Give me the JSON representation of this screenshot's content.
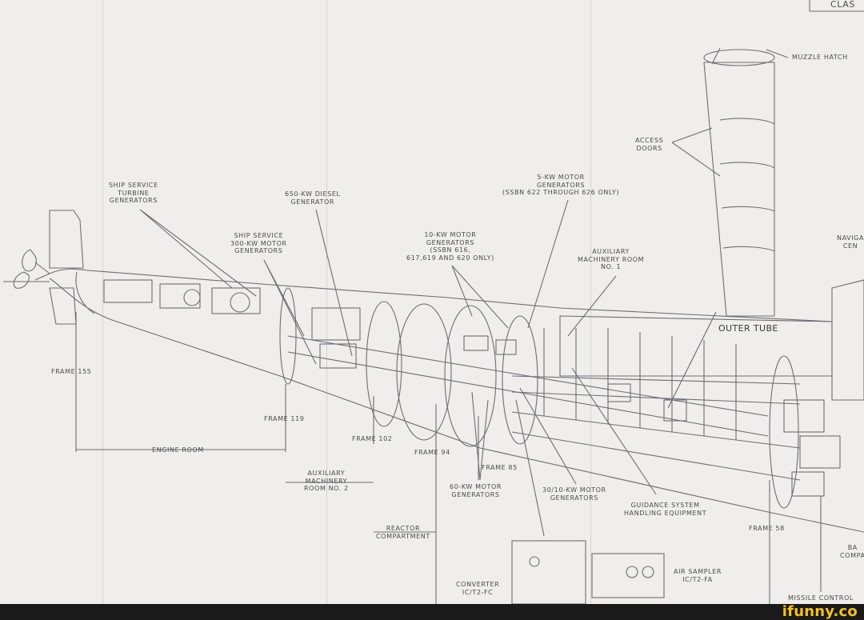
{
  "labels": {
    "ship_service_turbine": "SHIP SERVICE\nTURBINE\nGENERATORS",
    "diesel_generator": "650-KW DIESEL\nGENERATOR",
    "ship_service_motor": "SHIP SERVICE\n300-KW MOTOR\nGENERATORS",
    "ten_kw_motor": "10-KW MOTOR\nGENERATORS\n(SSBN 616,\n617,619 AND 620 ONLY)",
    "five_kw_motor": "5-KW MOTOR\nGENERATORS\n(SSBN 622 THROUGH 626 ONLY)",
    "aux_machinery_1": "AUXILIARY\nMACHINERY ROOM\nNO. 1",
    "access_doors": "ACCESS\nDOORS",
    "muzzle_hatch": "MUZZLE HATCH",
    "outer_tube": "OUTER TUBE",
    "frame_155": "FRAME 155",
    "frame_119": "FRAME 119",
    "frame_102": "FRAME 102",
    "frame_94": "FRAME 94",
    "frame_85": "FRAME 85",
    "frame_58": "FRAME 58",
    "engine_room": "ENGINE ROOM",
    "aux_machinery_2": "AUXILIARY\nMACHINERY\nROOM NO. 2",
    "reactor_compartment": "REACTOR\nCOMPARTMENT",
    "sixty_kw_motor": "60-KW MOTOR\nGENERATORS",
    "thirty_ten_kw_motor": "30/10-KW MOTOR\nGENERATORS",
    "guidance_system": "GUIDANCE SYSTEM\nHANDLING EQUIPMENT",
    "converter": "CONVERTER\nIC/T2-FC",
    "air_sampler": "AIR SAMPLER\nIC/T2-FA",
    "missile_control": "MISSILE CONTROL",
    "class_fragment": "CLAS",
    "navig_fragment": "NAVIGA\nCEN",
    "ba_fragment": "BA\nCOMPA"
  },
  "watermark": "ifunny.co"
}
